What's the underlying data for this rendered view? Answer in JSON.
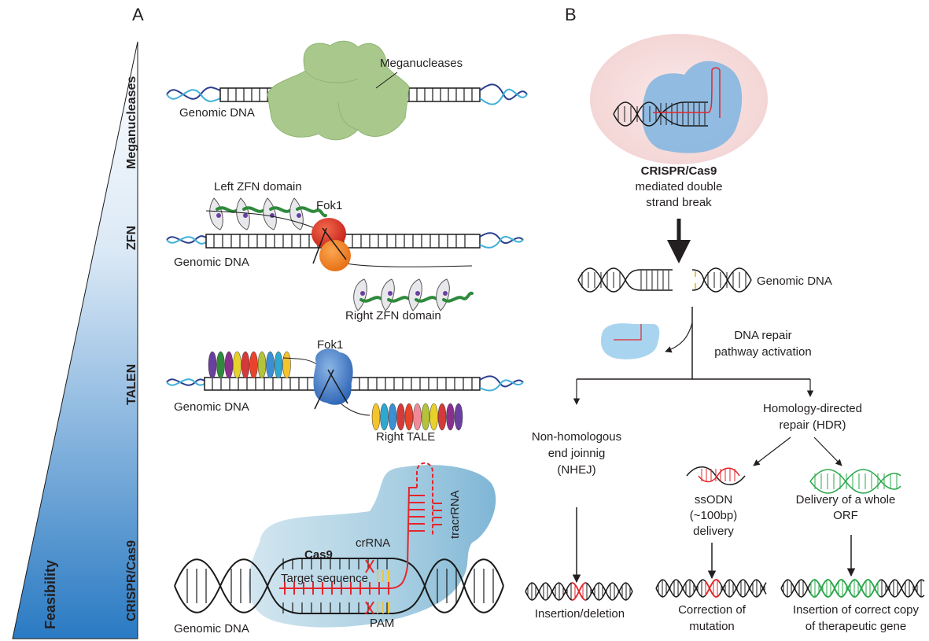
{
  "panel_a": {
    "letter": "A",
    "feasibility_label": "Feasibility",
    "tiers": {
      "meganucleases": "Meganucleases",
      "zfn": "ZFN",
      "talen": "TALEN",
      "crispr": "CRISPR/Cas9"
    },
    "meganuclease": {
      "enzyme_label": "Meganucleases",
      "dna_label": "Genomic DNA"
    },
    "zfn": {
      "left_domain": "Left ZFN domain",
      "fok1": "Fok1",
      "dna_label": "Genomic DNA",
      "right_domain": "Right ZFN domain"
    },
    "talen": {
      "fok1": "Fok1",
      "dna_label": "Genomic DNA",
      "right_tale": "Right TALE"
    },
    "crispr": {
      "cas9": "Cas9",
      "crrna": "crRNA",
      "tracrrna": "tracrRNA",
      "target": "Target sequence",
      "pam": "PAM",
      "dna_label": "Genomic DNA"
    }
  },
  "panel_b": {
    "letter": "B",
    "dsb_title": "CRISPR/Cas9",
    "dsb_line1": "mediated double",
    "dsb_line2": "strand break",
    "genomic_dna": "Genomic DNA",
    "repair_line1": "DNA repair",
    "repair_line2": "pathway activation",
    "nhej_line1": "Non-homologous",
    "nhej_line2": "end joinnig",
    "nhej_line3": "(NHEJ)",
    "hdr_line1": "Homology-directed",
    "hdr_line2": "repair (HDR)",
    "ssodn_line1": "ssODN",
    "ssodn_line2": "(~100bp)",
    "ssodn_line3": "delivery",
    "orf_line1": "Delivery of a whole",
    "orf_line2": "ORF",
    "outcome_indel": "Insertion/deletion",
    "outcome_corr1": "Correction of",
    "outcome_corr2": "mutation",
    "outcome_ins1": "Insertion of correct copy",
    "outcome_ins2": "of therapeutic gene"
  },
  "colors": {
    "triangle_top": "#ffffff",
    "triangle_bottom": "#2b7bc4",
    "meganuclease": "#a9c98c",
    "zinc_finger": "#2f8a3c",
    "fok1_red": "#e02b20",
    "fok1_orange": "#f07d1a",
    "talen_fok1": "#3c78c8",
    "cas9_blob": "#9cc6de",
    "rna_red": "#e3262b",
    "pam_yellow": "#f4c430",
    "donor_green": "#2aa84a",
    "cell_pink": "#f7dede"
  }
}
